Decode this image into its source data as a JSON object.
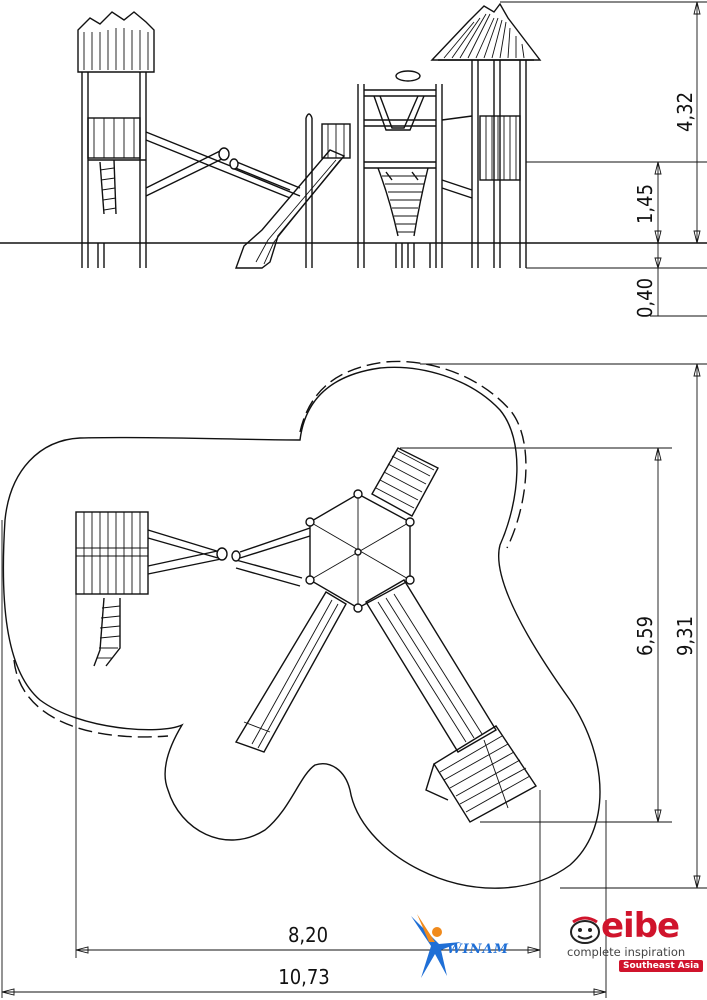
{
  "dimensions": {
    "total_height": "4,32",
    "platform_height": "1,45",
    "foundation_depth": "0,40",
    "inner_depth": "6,59",
    "outer_depth": "9,31",
    "inner_width": "8,20",
    "outer_width": "10,73"
  },
  "logos": {
    "brand_word": "eibe",
    "brand_tagline": "complete inspiration",
    "brand_region": "Southeast Asia",
    "partner_word": "WINAM"
  },
  "colors": {
    "line": "#111111",
    "brand_red": "#d0142c",
    "partner_blue": "#1f6fd6",
    "partner_orange": "#f08a1c"
  }
}
